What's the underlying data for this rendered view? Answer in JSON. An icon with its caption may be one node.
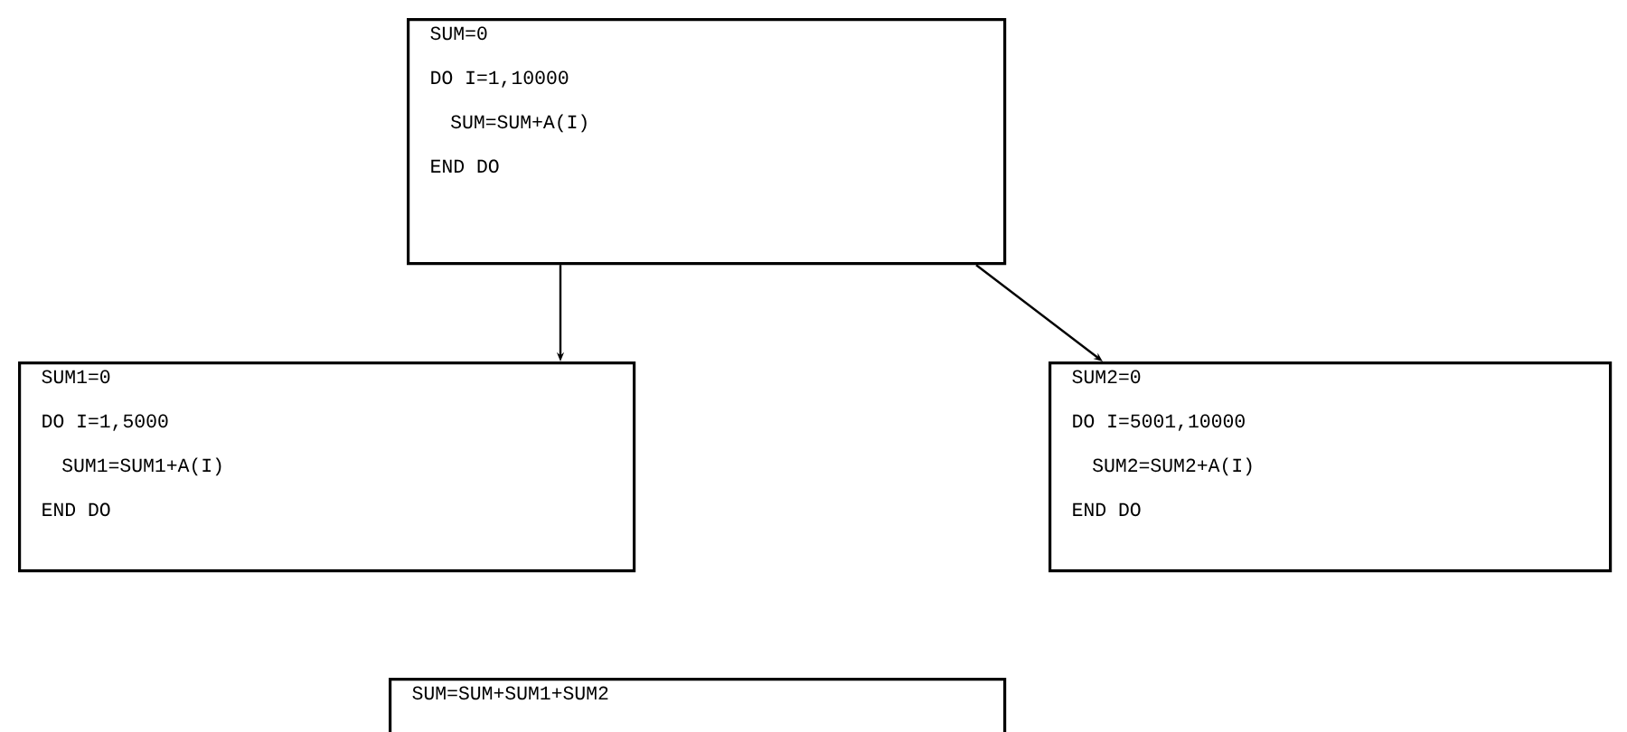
{
  "diagram": {
    "nodes": [
      {
        "text": [
          "SUM=0",
          "DO I=1,10000",
          "SUM=SUM+A(I)",
          "END DO"
        ]
      },
      {
        "text": [
          "SUM1=0",
          "DO I=1,5000",
          "SUM1=SUM1+A(I)",
          "END DO"
        ]
      },
      {
        "text": [
          "SUM2=0",
          "DO I=5001,10000",
          "SUM2=SUM2+A(I)",
          "END DO"
        ]
      },
      {
        "text": [
          "SUM=SUM+SUM1+SUM2"
        ]
      }
    ],
    "edges": [
      {
        "from": 0,
        "to": 1,
        "arrow": "to"
      },
      {
        "from": 0,
        "to": 2,
        "arrow": "to"
      }
    ]
  }
}
